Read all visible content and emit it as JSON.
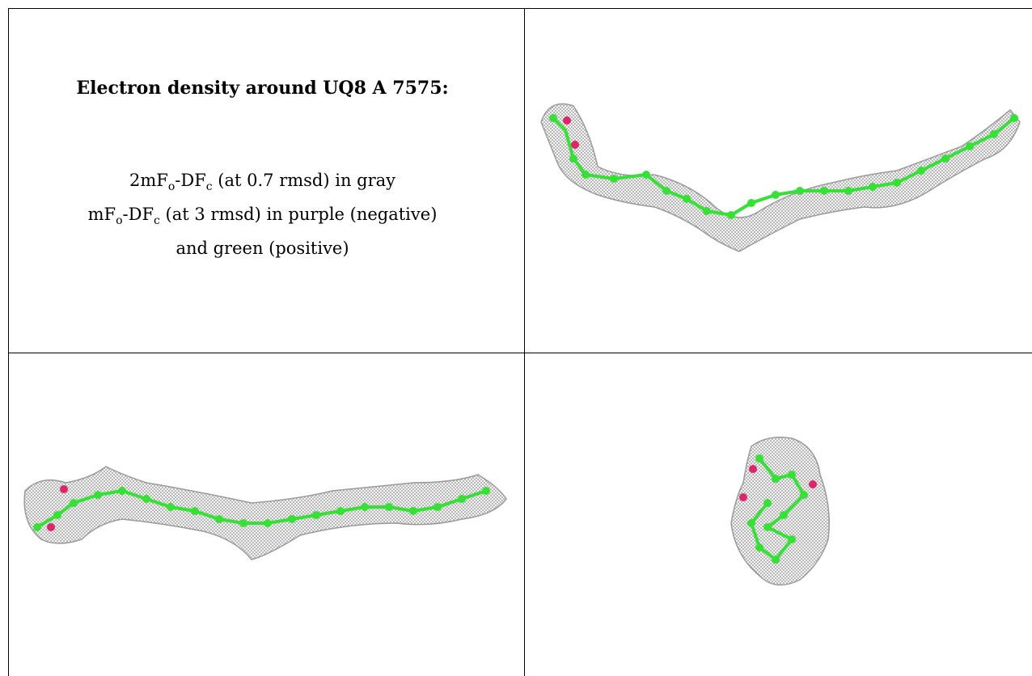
{
  "caption": {
    "title": "Electron density around UQ8 A 7575:",
    "line1_a": "2mF",
    "line1_sub1": "o",
    "line1_b": "-DF",
    "line1_sub2": "c",
    "line1_c": " (at 0.7 rmsd) in gray",
    "line2_a": "mF",
    "line2_sub1": "o",
    "line2_b": "-DF",
    "line2_sub2": "c",
    "line2_c": " (at 3 rmsd) in purple (negative)",
    "line3": "and green (positive)"
  },
  "colors": {
    "mesh": "#9a9a9a",
    "atom": "#33e233",
    "oxygen": "#e0246a",
    "border": "#000000"
  },
  "views": [
    "side-view-top-right",
    "side-view-bottom-left",
    "end-on-view-bottom-right"
  ]
}
